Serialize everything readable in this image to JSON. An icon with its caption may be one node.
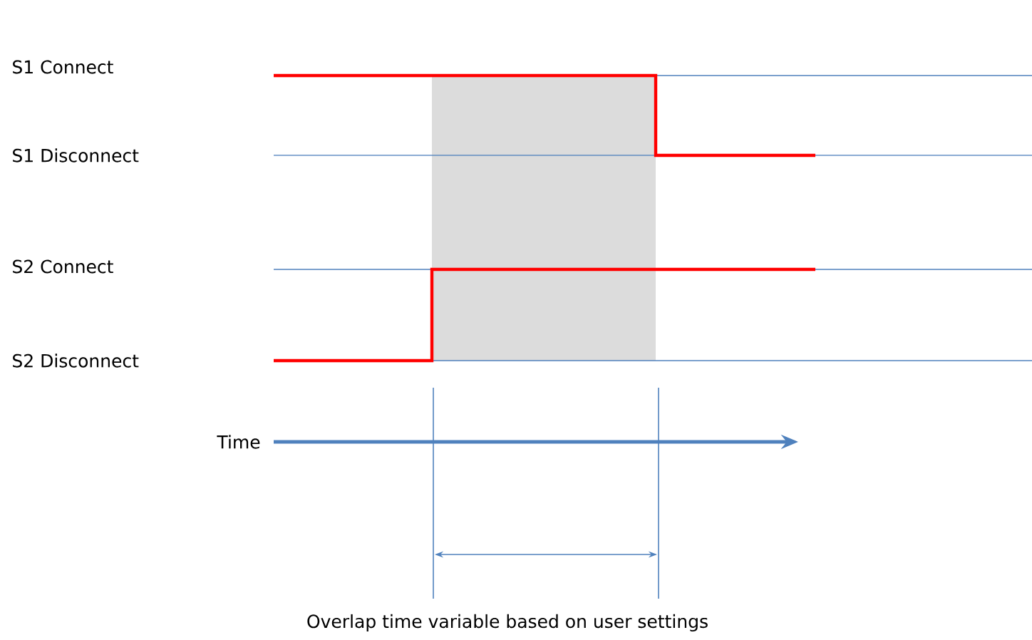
{
  "diagram": {
    "caption": "Overlap time variable based on user settings",
    "labels": [
      "S1 Connect",
      "S1 Disconnect",
      "S2 Connect",
      "S2 Disconnect",
      "Time"
    ]
  }
}
